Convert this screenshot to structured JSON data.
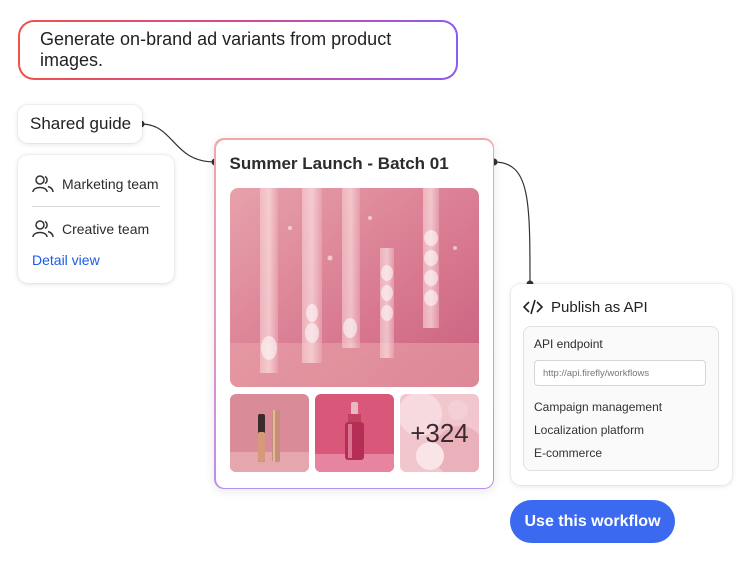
{
  "prompt": {
    "text": "Generate on-brand ad variants from product images."
  },
  "shared_guide": {
    "label": "Shared guide"
  },
  "teams": {
    "items": [
      {
        "label": "Marketing team",
        "icon": "users-icon"
      },
      {
        "label": "Creative team",
        "icon": "users-icon"
      }
    ],
    "detail_link": "Detail view"
  },
  "batch": {
    "title": "Summer Launch - Batch 01",
    "more_count": "+324"
  },
  "api": {
    "title": "Publish as API",
    "icon": "code-icon",
    "endpoint_label": "API endpoint",
    "endpoint_value": "http://api.firefly/workflows",
    "integrations": [
      "Campaign management",
      "Localization platform",
      "E-commerce"
    ]
  },
  "cta": {
    "label": "Use this workflow"
  },
  "colors": {
    "accent_blue": "#3b6af0",
    "link_blue": "#1b5ce3",
    "gradient_start": "#f0524a",
    "gradient_end": "#8a5cf0"
  }
}
